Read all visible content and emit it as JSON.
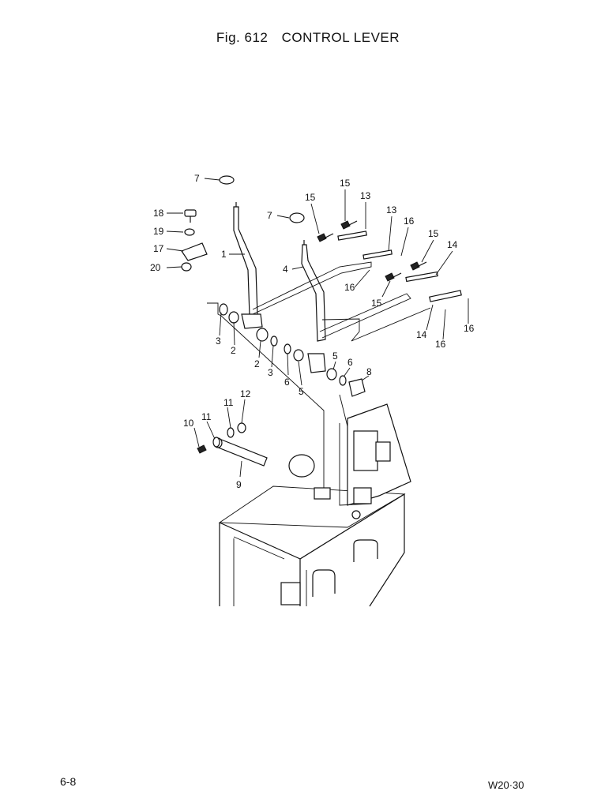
{
  "figure": {
    "number": "Fig. 612",
    "title": "CONTROL LEVER"
  },
  "page_number": "6-8",
  "model_code": "W20·30",
  "callouts": [
    "1",
    "2",
    "2",
    "3",
    "3",
    "4",
    "5",
    "5",
    "6",
    "6",
    "7",
    "7",
    "8",
    "9",
    "10",
    "11",
    "11",
    "12",
    "13",
    "13",
    "14",
    "14",
    "15",
    "15",
    "15",
    "15",
    "16",
    "16",
    "16",
    "16",
    "17",
    "18",
    "19",
    "20"
  ]
}
